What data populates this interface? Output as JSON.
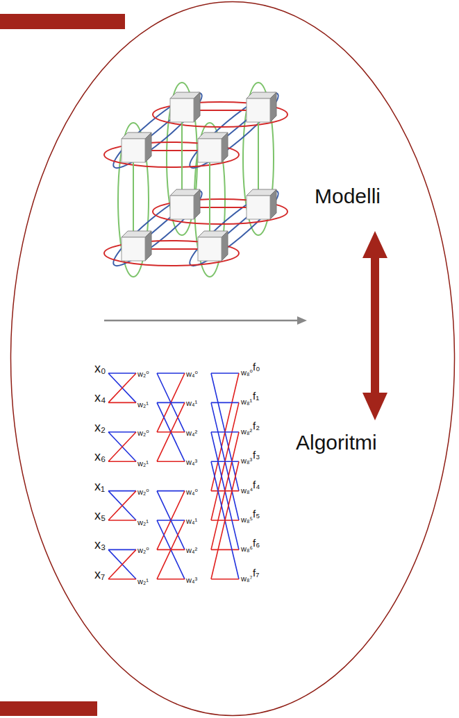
{
  "diagram": {
    "nodes": [
      {
        "text": [
          "Modelli",
          "Algoritmi"
        ]
      }
    ],
    "labels": [
      "x₀",
      "x₄",
      "x₂",
      "x₆",
      "x₁",
      "x₅",
      "x₃",
      "x₇",
      "w₂⁰",
      "w₂¹",
      "w₂⁰",
      "w₂¹",
      "w₂⁰",
      "w₂¹",
      "w₂⁰",
      "w₂¹",
      "w₄⁰",
      "w₄¹",
      "w₄²",
      "w₄³",
      "w₄⁰",
      "w₄¹",
      "w₄²",
      "w₄³",
      "w₈⁰",
      "w₈¹",
      "w₈²",
      "w₈³",
      "w₈⁴",
      "w₈⁵",
      "w₈⁶",
      "w₈⁷",
      "f₀",
      "f₁",
      "f₂",
      "f₃",
      "f₄",
      "f₅",
      "f₆",
      "f₇"
    ]
  }
}
